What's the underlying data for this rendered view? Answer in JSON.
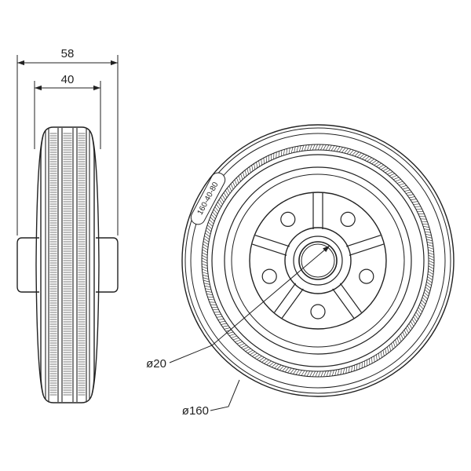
{
  "dimensions": {
    "overall_width": "58",
    "tread_width": "40",
    "bore_diameter": "ø20",
    "wheel_diameter": "ø160"
  },
  "tire_marking": "160-40-80",
  "colors": {
    "line": "#222222",
    "background": "#ffffff"
  }
}
